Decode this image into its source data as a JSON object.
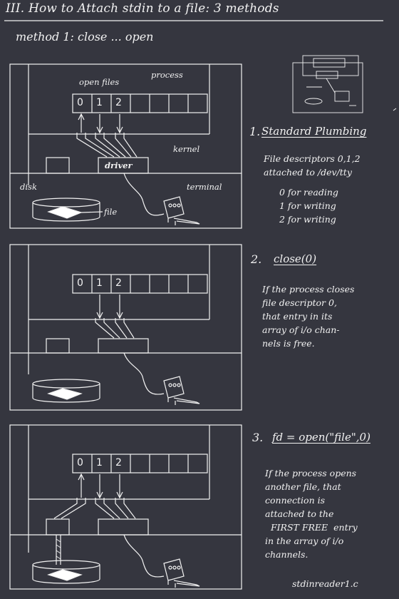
{
  "title": "III. How to Attach stdin to a file:  3 methods",
  "method": "method 1:  close ... open",
  "labels": {
    "open_files": "open files",
    "process": "process",
    "kernel": "kernel",
    "driver": "driver",
    "disk": "disk",
    "terminal": "terminal",
    "file": "file",
    "fd0": "0",
    "fd1": "1",
    "fd2": "2"
  },
  "steps": [
    {
      "number": "1.",
      "heading": "Standard Plumbing",
      "lines": [
        "File descriptors 0,1,2",
        "attached to /dev/tty"
      ],
      "sublines": [
        "0 for reading",
        "1 for writing",
        "2 for writing"
      ]
    },
    {
      "number": "2.",
      "heading": "close(0)",
      "lines": [
        "If the process closes",
        "file descriptor 0,",
        "that entry in its",
        "array of i/o chan-",
        "nels is free."
      ]
    },
    {
      "number": "3.",
      "heading": "fd = open(\"file\",0)",
      "lines": [
        "If the process opens",
        "another file, that",
        "connection is",
        "attached to the",
        "  FIRST FREE  entry",
        "in the array of i/o",
        "channels."
      ]
    }
  ],
  "footer": "stdinreader1.c"
}
